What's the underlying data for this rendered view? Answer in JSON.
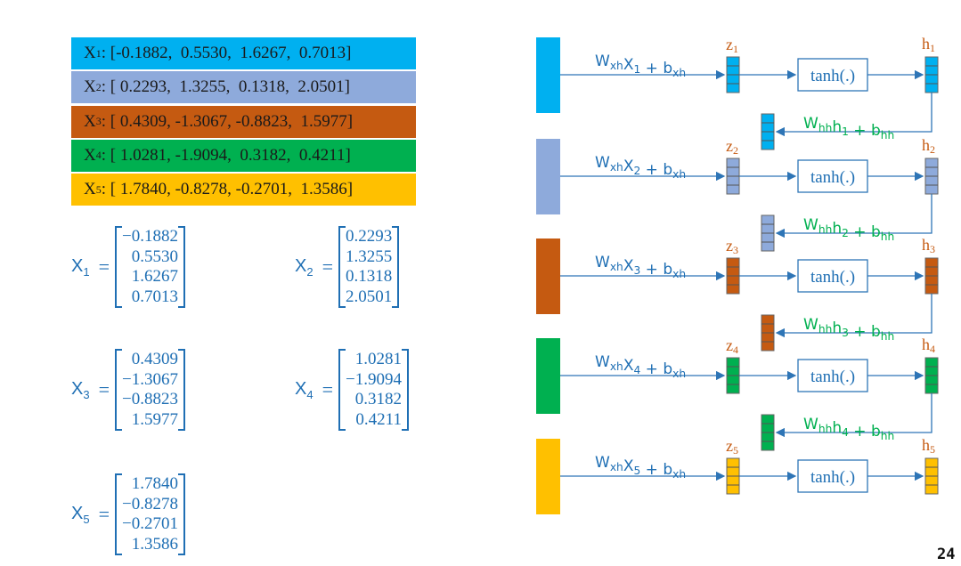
{
  "rows": [
    {
      "label": "X",
      "sub": "1",
      "values": ": [-0.1882,  0.5530,  1.6267,  0.7013]",
      "color": "#00b0f0"
    },
    {
      "label": "X",
      "sub": "2",
      "values": ": [ 0.2293,  1.3255,  0.1318,  2.0501]",
      "color": "#8eaadb"
    },
    {
      "label": "X",
      "sub": "3",
      "values": ": [ 0.4309, -1.3067, -0.8823,  1.5977]",
      "color": "#c55a11"
    },
    {
      "label": "X",
      "sub": "4",
      "values": ": [ 1.0281, -1.9094,  0.3182,  0.4211]",
      "color": "#00b050"
    },
    {
      "label": "X",
      "sub": "5",
      "values": ": [ 1.7840, -0.8278, -0.2701,  1.3586]",
      "color": "#ffc000"
    }
  ],
  "matrices": [
    {
      "lhs": "X",
      "sub": "1",
      "entries": [
        "−0.1882",
        "0.5530",
        "1.6267",
        "0.7013"
      ]
    },
    {
      "lhs": "X",
      "sub": "2",
      "entries": [
        "0.2293",
        "1.3255",
        "0.1318",
        "2.0501"
      ]
    },
    {
      "lhs": "X",
      "sub": "3",
      "entries": [
        "0.4309",
        "−1.3067",
        "−0.8823",
        "1.5977"
      ]
    },
    {
      "lhs": "X",
      "sub": "4",
      "entries": [
        "1.0281",
        "−1.9094",
        "0.3182",
        "0.4211"
      ]
    },
    {
      "lhs": "X",
      "sub": "5",
      "entries": [
        "1.7840",
        "−0.8278",
        "−0.2701",
        "1.3586"
      ]
    }
  ],
  "diagram": {
    "input_eqs": [
      "W_xh X_1 + b_xh",
      "W_xh X_2 + b_xh",
      "W_xh X_3 + b_xh",
      "W_xh X_4 + b_xh",
      "W_xh X_5 + b_xh"
    ],
    "activation": "tanh(.)",
    "z_labels": [
      "z1",
      "z2",
      "z3",
      "z4",
      "z5"
    ],
    "h_labels": [
      "h1",
      "h2",
      "h3",
      "h4",
      "h5"
    ],
    "rec_eqs": [
      "W_hh h_1 + b_hh",
      "W_hh h_2 + b_hh",
      "W_hh h_3 + b_hh",
      "W_hh h_4 + b_hh"
    ],
    "colors": [
      "#00b0f0",
      "#8eaadb",
      "#c55a11",
      "#00b050",
      "#ffc000"
    ],
    "eq_color": "#1f6fb4",
    "rec_color": "#00b050",
    "label_color": "#c55a11",
    "line_color": "#2e75b6"
  },
  "page_number": "24"
}
